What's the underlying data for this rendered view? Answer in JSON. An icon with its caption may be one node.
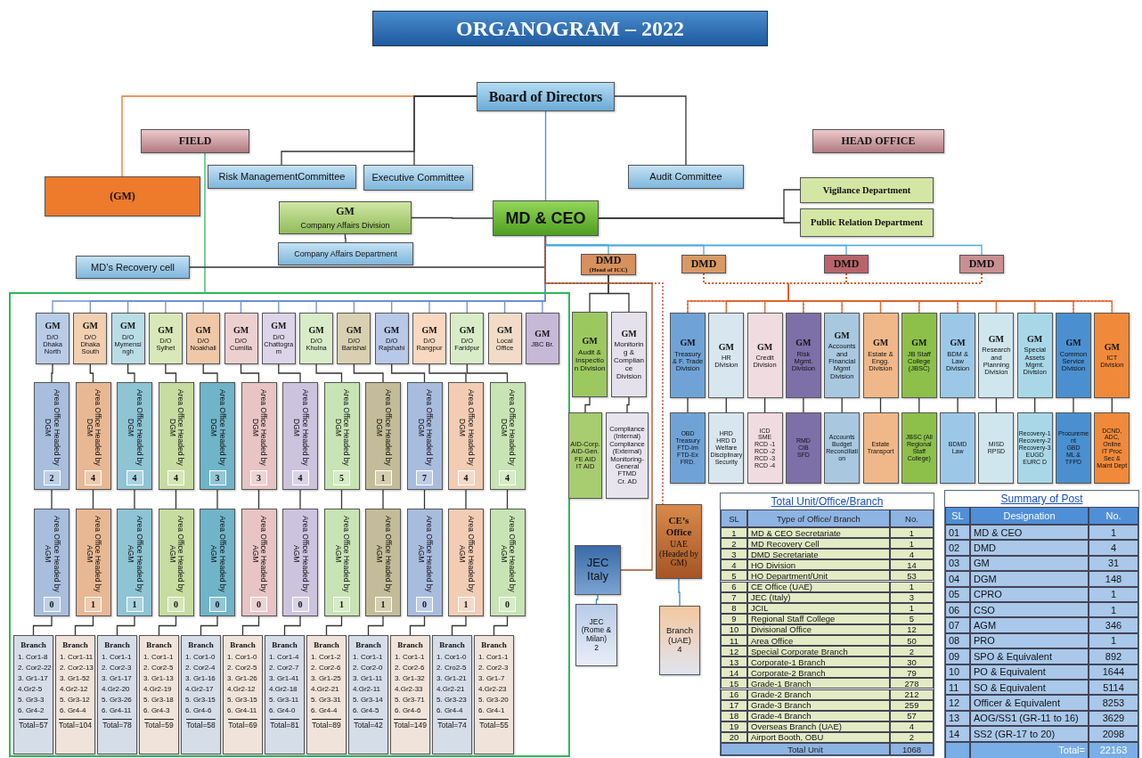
{
  "diagram": {
    "title": "ORGANOGRAM – 2022",
    "nodes": [
      {
        "text": [
          "Board of Directors"
        ]
      },
      {
        "text": [
          "FIELD"
        ]
      },
      {
        "text": [
          "HEAD OFFICE"
        ]
      },
      {
        "text": [
          "(GM)"
        ]
      },
      {
        "text": [
          "Risk ManagementCommittee"
        ]
      },
      {
        "text": [
          "Executive Committee"
        ]
      },
      {
        "text": [
          "Audit Committee"
        ]
      },
      {
        "text": [
          "Vigilance Department"
        ]
      },
      {
        "text": [
          "Public Relation Department"
        ]
      },
      {
        "text": [
          "GM",
          "Company Affairs Division"
        ]
      },
      {
        "text": [
          "MD & CEO"
        ]
      },
      {
        "text": [
          "Company Affairs Department"
        ]
      },
      {
        "text": [
          "MD’s Recovery cell"
        ]
      },
      {
        "text": [
          "DMD",
          "(Head of ICC)"
        ]
      },
      {
        "text": [
          "DMD"
        ]
      },
      {
        "text": [
          "DMD"
        ]
      },
      {
        "text": [
          "DMD"
        ]
      },
      {
        "text": [],
        "shape": "box"
      },
      {
        "text": [
          "GM",
          "D/O Dhaka North"
        ],
        "in": 17
      },
      {
        "text": [
          "GM",
          "D/O Dhaka South"
        ],
        "in": 17
      },
      {
        "text": [
          "GM",
          "D/O Mymensingh"
        ],
        "in": 17
      },
      {
        "text": [
          "GM",
          "D/O Sylhet"
        ],
        "in": 17
      },
      {
        "text": [
          "GM",
          "D/O Noakhali"
        ],
        "in": 17
      },
      {
        "text": [
          "GM",
          "D/O Cumilla"
        ],
        "in": 17
      },
      {
        "text": [
          "GM",
          "D/O Chattogram"
        ],
        "in": 17
      },
      {
        "text": [
          "GM",
          "D/O Khulna"
        ],
        "in": 17
      },
      {
        "text": [
          "GM",
          "D/O Barishal"
        ],
        "in": 17
      },
      {
        "text": [
          "GM",
          "D/O Rajshahi"
        ],
        "in": 17
      },
      {
        "text": [
          "GM",
          "D/O Rangpur"
        ],
        "in": 17
      },
      {
        "text": [
          "GM",
          "D/O Faridpur"
        ],
        "in": 17
      },
      {
        "text": [
          "GM",
          "Local Office"
        ],
        "in": 17
      },
      {
        "text": [
          "GM",
          "JBC Br."
        ],
        "in": 17
      },
      {
        "text": [
          "Area Office Headed by DGM",
          "2"
        ],
        "in": 17
      },
      {
        "text": [
          "Area Office Headed by DGM",
          "4"
        ],
        "in": 17
      },
      {
        "text": [
          "Area Office Headed by DGM",
          "4"
        ],
        "in": 17
      },
      {
        "text": [
          "Area Office Headed by DGM",
          "4"
        ],
        "in": 17
      },
      {
        "text": [
          "Area Office Headed by DGM",
          "3"
        ],
        "in": 17
      },
      {
        "text": [
          "Area Office Headed by DGM",
          "3"
        ],
        "in": 17
      },
      {
        "text": [
          "Area Office Headed by DGM",
          "4"
        ],
        "in": 17
      },
      {
        "text": [
          "Area Office Headed by DGM",
          "5"
        ],
        "in": 17
      },
      {
        "text": [
          "Area Office Headed by DGM",
          "1"
        ],
        "in": 17
      },
      {
        "text": [
          "Area Office Headed by DGM",
          "7"
        ],
        "in": 17
      },
      {
        "text": [
          "Area Office Headed by DGM",
          "4"
        ],
        "in": 17
      },
      {
        "text": [
          "Area Office Headed by DGM",
          "4"
        ],
        "in": 17
      },
      {
        "text": [
          "Area Office Headed by AGM",
          "0"
        ],
        "in": 17
      },
      {
        "text": [
          "Area Office Headed by AGM",
          "1"
        ],
        "in": 17
      },
      {
        "text": [
          "Area Office Headed by AGM",
          "1"
        ],
        "in": 17
      },
      {
        "text": [
          "Area Office Headed by AGM",
          "0"
        ],
        "in": 17
      },
      {
        "text": [
          "Area Office Headed by AGM",
          "0"
        ],
        "in": 17
      },
      {
        "text": [
          "Area Office Headed by AGM",
          "0"
        ],
        "in": 17
      },
      {
        "text": [
          "Area Office Headed by AGM",
          "0"
        ],
        "in": 17
      },
      {
        "text": [
          "Area Office Headed by AGM",
          "1"
        ],
        "in": 17
      },
      {
        "text": [
          "Area Office Headed by AGM",
          "1"
        ],
        "in": 17
      },
      {
        "text": [
          "Area Office Headed by AGM",
          "0"
        ],
        "in": 17
      },
      {
        "text": [
          "Area Office Headed by AGM",
          "1"
        ],
        "in": 17
      },
      {
        "text": [
          "Area Office Headed by AGM",
          "0"
        ],
        "in": 17
      },
      {
        "text": [
          "Branch",
          "1. Cor1-8",
          "2. Cor2-22",
          "3. Gr1-17",
          "4.Gr2-5",
          "5. Gr3-3",
          "6. Gr4-2",
          "Total=57"
        ],
        "in": 17
      },
      {
        "text": [
          "Branch",
          "1. Cor1-11",
          "2. Cor2-13",
          "3. Gr1-52",
          "4.Gr2-12",
          "5. Gr3-12",
          "6. Gr4-4",
          "Total=104"
        ],
        "in": 17
      },
      {
        "text": [
          "Branch",
          "1. Cor1-1",
          "2. Cor2-3",
          "3. Gr1-17",
          "4.Gr2-20",
          "5. Gr3-26",
          "6. Gr4-11",
          "Total=78"
        ],
        "in": 17
      },
      {
        "text": [
          "Branch",
          "1. Cor1-1",
          "2. Cor2-5",
          "3. Gr1-13",
          "4.Gr2-19",
          "5. Gr3-18",
          "6. Gr4-3",
          "Total=59"
        ],
        "in": 17
      },
      {
        "text": [
          "Branch",
          "1. Cor1-0",
          "2. Cor2-4",
          "3. Gr1-16",
          "4.Gr2-17",
          "5. Gr3-15",
          "6. Gr4-6",
          "Total=58"
        ],
        "in": 17
      },
      {
        "text": [
          "Branch",
          "1. Cor1-0",
          "2. Cor2-5",
          "3. Gr1-26",
          "4.Gr2-12",
          "5. Gr3-15",
          "6. Gr4-11",
          "Total=69"
        ],
        "in": 17
      },
      {
        "text": [
          "Branch",
          "1. Cor1-4",
          "2. Cor2-7",
          "3. Gr1-41",
          "4.Gr2-18",
          "5. Gr3-11",
          "6. Gr4-0",
          "Total=81"
        ],
        "in": 17
      },
      {
        "text": [
          "Branch",
          "1. Cor1-2",
          "2. Cor2-6",
          "3. Gr1-25",
          "4.Gr2-21",
          "5. Gr3-31",
          "6. Gr4-4",
          "Total=89"
        ],
        "in": 17
      },
      {
        "text": [
          "Branch",
          "1. Cor1-1",
          "2. Cor2-0",
          "3. Gr1-11",
          "4.Gr2-11",
          "5. Gr3-14",
          "6. Gr4-5",
          "Total=42"
        ],
        "in": 17
      },
      {
        "text": [
          "Branch",
          "1. Cor1-1",
          "2. Cor2-6",
          "3. Gr1-32",
          "4.Gr2-33",
          "5. Gr3-71",
          "6. Gr4-6",
          "Total=149"
        ],
        "in": 17
      },
      {
        "text": [
          "Branch",
          "1. Cor1-0",
          "2. Cro2-5",
          "3. Gr1-21",
          "4.Gr2-21",
          "5. Gr3-23",
          "6. Gr4-4",
          "Total=74"
        ],
        "in": 17
      },
      {
        "text": [
          "Branch",
          "1. Cor1-1",
          "2. Cor2-3",
          "3. Gr1-7",
          "4.Gr2-23",
          "5. Gr3-20",
          "6. Gr4-1",
          "Total=55"
        ],
        "in": 17
      },
      {
        "text": [
          "GM",
          "Audit & Inspection Division"
        ]
      },
      {
        "text": [
          "GM",
          "Monitoring & Compliance Division"
        ]
      },
      {
        "text": [
          "AID-Corp.",
          "AID-Gen.",
          "FE AID",
          "IT AID"
        ]
      },
      {
        "text": [
          "Compliance (Internal)",
          "Compliance (External)",
          "Monitoring-General",
          "FTMD",
          "Cr. AD"
        ]
      },
      {
        "text": [
          "GM",
          "Treasury & F. Trade Division"
        ]
      },
      {
        "text": [
          "GM",
          "HR Division"
        ]
      },
      {
        "text": [
          "GM",
          "Credit Division"
        ]
      },
      {
        "text": [
          "GM",
          "Risk Mgmt. Division"
        ]
      },
      {
        "text": [
          "GM",
          "Accounts and Financial Mgmt Division"
        ]
      },
      {
        "text": [
          "GM",
          "Estate & Engg. Division"
        ]
      },
      {
        "text": [
          "GM",
          "JB Staff College (JBSC)"
        ]
      },
      {
        "text": [
          "GM",
          "BDM & Law Division"
        ]
      },
      {
        "text": [
          "GM",
          "Research and Planning Division"
        ]
      },
      {
        "text": [
          "GM",
          "Special Assets Mgmt. Division"
        ]
      },
      {
        "text": [
          "GM",
          "Common Service Division"
        ]
      },
      {
        "text": [
          "GM",
          "ICT Division"
        ]
      },
      {
        "text": [
          "OBD",
          "Treasury",
          "FTD-Im",
          "FTD-Ex",
          "FRD."
        ]
      },
      {
        "text": [
          "HRD",
          "HRD D",
          "Welfare",
          "Disciplinary",
          "Security"
        ]
      },
      {
        "text": [
          "ICD",
          "SME",
          "RCD -1",
          "RCD -2",
          "RCD -3",
          "RCD -4"
        ]
      },
      {
        "text": [
          "RMD",
          "CIB",
          "SFD"
        ]
      },
      {
        "text": [
          "Accounts",
          "Budget",
          "Reconciliation"
        ]
      },
      {
        "text": [
          "Estate",
          "Transport"
        ]
      },
      {
        "text": [
          "JBSC (All Regional Staff College)"
        ]
      },
      {
        "text": [
          "BDMD",
          "Law"
        ]
      },
      {
        "text": [
          "MISD",
          "RPSD"
        ]
      },
      {
        "text": [
          "Recovery-1",
          "Recovery-2",
          "Recovery-3",
          "EUGD",
          "EURC D"
        ]
      },
      {
        "text": [
          "Procurement",
          "GBD",
          "ML & TFPD"
        ]
      },
      {
        "text": [
          "DCND,",
          "ADC,",
          "Online",
          "IT Proc",
          "Sec & Maint Dept"
        ]
      },
      {
        "text": [
          "CE’s Office",
          "UAE (Headed by GM)"
        ]
      },
      {
        "text": [
          "JEC Italy"
        ]
      },
      {
        "text": [
          "JEC (Rome & Milan)",
          "2"
        ]
      },
      {
        "text": [
          "Branch (UAE)",
          "4"
        ]
      }
    ],
    "edges": [
      {
        "from": 0,
        "to": 3,
        "arrow": "none",
        "color": "#e8772e"
      },
      {
        "from": 0,
        "to": 4,
        "arrow": "none"
      },
      {
        "from": 0,
        "to": 5,
        "arrow": "none"
      },
      {
        "from": 0,
        "to": 6,
        "arrow": "none"
      },
      {
        "from": 0,
        "to": 10,
        "arrow": "none",
        "color": "#2b9fc0"
      },
      {
        "from": 1,
        "to": 17,
        "arrow": "none",
        "color": "#2eb85c"
      },
      {
        "from": 10,
        "to": 7,
        "arrow": "none"
      },
      {
        "from": 10,
        "to": 8,
        "arrow": "none"
      },
      {
        "from": 10,
        "to": 9,
        "arrow": "none"
      },
      {
        "from": 9,
        "to": 11,
        "arrow": "none"
      },
      {
        "from": 10,
        "to": 12,
        "arrow": "none"
      },
      {
        "from": 10,
        "to": 13,
        "arrow": "none",
        "color": "#4aa8e0"
      },
      {
        "from": 10,
        "to": 14,
        "arrow": "none",
        "color": "#4aa8e0"
      },
      {
        "from": 10,
        "to": 15,
        "arrow": "none",
        "color": "#4aa8e0"
      },
      {
        "from": 10,
        "to": 16,
        "arrow": "none",
        "color": "#4aa8e0"
      },
      {
        "from": 10,
        "to": 18,
        "arrow": "none",
        "color": "#6e8fd8"
      },
      {
        "from": 10,
        "to": 19,
        "arrow": "none",
        "color": "#6e8fd8"
      },
      {
        "from": 10,
        "to": 20,
        "arrow": "none",
        "color": "#6e8fd8"
      },
      {
        "from": 10,
        "to": 21,
        "arrow": "none",
        "color": "#6e8fd8"
      },
      {
        "from": 10,
        "to": 22,
        "arrow": "none",
        "color": "#6e8fd8"
      },
      {
        "from": 10,
        "to": 23,
        "arrow": "none",
        "color": "#6e8fd8"
      },
      {
        "from": 10,
        "to": 24,
        "arrow": "none",
        "color": "#6e8fd8"
      },
      {
        "from": 10,
        "to": 25,
        "arrow": "none",
        "color": "#6e8fd8"
      },
      {
        "from": 10,
        "to": 26,
        "arrow": "none",
        "color": "#6e8fd8"
      },
      {
        "from": 10,
        "to": 27,
        "arrow": "none",
        "color": "#6e8fd8"
      },
      {
        "from": 10,
        "to": 28,
        "arrow": "none",
        "color": "#6e8fd8"
      },
      {
        "from": 10,
        "to": 29,
        "arrow": "none",
        "color": "#6e8fd8"
      },
      {
        "from": 10,
        "to": 30,
        "arrow": "none",
        "color": "#6e8fd8"
      },
      {
        "from": 10,
        "to": 31,
        "arrow": "none",
        "color": "#6e8fd8"
      },
      {
        "from": 18,
        "to": 32,
        "arrow": "none"
      },
      {
        "from": 19,
        "to": 33,
        "arrow": "none"
      },
      {
        "from": 20,
        "to": 34,
        "arrow": "none"
      },
      {
        "from": 21,
        "to": 35,
        "arrow": "none"
      },
      {
        "from": 22,
        "to": 36,
        "arrow": "none"
      },
      {
        "from": 23,
        "to": 37,
        "arrow": "none"
      },
      {
        "from": 24,
        "to": 38,
        "arrow": "none"
      },
      {
        "from": 25,
        "to": 39,
        "arrow": "none"
      },
      {
        "from": 26,
        "to": 40,
        "arrow": "none"
      },
      {
        "from": 27,
        "to": 41,
        "arrow": "none"
      },
      {
        "from": 28,
        "to": 42,
        "arrow": "none"
      },
      {
        "from": 29,
        "to": 43,
        "arrow": "none"
      },
      {
        "from": 32,
        "to": 44,
        "arrow": "none"
      },
      {
        "from": 33,
        "to": 45,
        "arrow": "none"
      },
      {
        "from": 34,
        "to": 46,
        "arrow": "none"
      },
      {
        "from": 35,
        "to": 47,
        "arrow": "none"
      },
      {
        "from": 36,
        "to": 48,
        "arrow": "none"
      },
      {
        "from": 37,
        "to": 49,
        "arrow": "none"
      },
      {
        "from": 38,
        "to": 50,
        "arrow": "none"
      },
      {
        "from": 39,
        "to": 51,
        "arrow": "none"
      },
      {
        "from": 40,
        "to": 52,
        "arrow": "none"
      },
      {
        "from": 41,
        "to": 53,
        "arrow": "none"
      },
      {
        "from": 42,
        "to": 54,
        "arrow": "none"
      },
      {
        "from": 43,
        "to": 55,
        "arrow": "none"
      },
      {
        "from": 44,
        "to": 56,
        "arrow": "none"
      },
      {
        "from": 45,
        "to": 57,
        "arrow": "none"
      },
      {
        "from": 46,
        "to": 58,
        "arrow": "none"
      },
      {
        "from": 47,
        "to": 59,
        "arrow": "none"
      },
      {
        "from": 48,
        "to": 60,
        "arrow": "none"
      },
      {
        "from": 49,
        "to": 61,
        "arrow": "none"
      },
      {
        "from": 50,
        "to": 62,
        "arrow": "none"
      },
      {
        "from": 51,
        "to": 63,
        "arrow": "none"
      },
      {
        "from": 52,
        "to": 64,
        "arrow": "none"
      },
      {
        "from": 53,
        "to": 65,
        "arrow": "none"
      },
      {
        "from": 54,
        "to": 66,
        "arrow": "none"
      },
      {
        "from": 55,
        "to": 67,
        "arrow": "none"
      },
      {
        "from": 13,
        "to": 68,
        "arrow": "none"
      },
      {
        "from": 13,
        "to": 69,
        "arrow": "none"
      },
      {
        "from": 68,
        "to": 70,
        "arrow": "none"
      },
      {
        "from": 69,
        "to": 71,
        "arrow": "none"
      },
      {
        "from": 14,
        "to": 72,
        "arrow": "none",
        "style": "dashed",
        "color": "#e0622a"
      },
      {
        "from": 14,
        "to": 73,
        "arrow": "none",
        "style": "dashed",
        "color": "#e0622a"
      },
      {
        "from": 14,
        "to": 74,
        "arrow": "none",
        "style": "dashed",
        "color": "#e0622a"
      },
      {
        "from": 14,
        "to": 75,
        "arrow": "none",
        "style": "dashed",
        "color": "#e0622a"
      },
      {
        "from": 14,
        "to": 76,
        "arrow": "none",
        "style": "dashed",
        "color": "#e0622a"
      },
      {
        "from": 14,
        "to": 77,
        "arrow": "none",
        "style": "dashed",
        "color": "#e0622a"
      },
      {
        "from": 14,
        "to": 78,
        "arrow": "none",
        "style": "dashed",
        "color": "#e0622a"
      },
      {
        "from": 14,
        "to": 79,
        "arrow": "none",
        "style": "dashed",
        "color": "#e0622a"
      },
      {
        "from": 14,
        "to": 80,
        "arrow": "none",
        "style": "dashed",
        "color": "#e0622a"
      },
      {
        "from": 14,
        "to": 81,
        "arrow": "none",
        "style": "dashed",
        "color": "#e0622a"
      },
      {
        "from": 14,
        "to": 82,
        "arrow": "none",
        "style": "dashed",
        "color": "#e0622a"
      },
      {
        "from": 14,
        "to": 83,
        "arrow": "none",
        "style": "dashed",
        "color": "#e0622a"
      },
      {
        "from": 15,
        "to": 72,
        "arrow": "none",
        "style": "dashed",
        "color": "#e0622a"
      },
      {
        "from": 15,
        "to": 73,
        "arrow": "none",
        "style": "dashed",
        "color": "#e0622a"
      },
      {
        "from": 15,
        "to": 74,
        "arrow": "none",
        "style": "dashed",
        "color": "#e0622a"
      },
      {
        "from": 15,
        "to": 75,
        "arrow": "none",
        "style": "dashed",
        "color": "#e0622a"
      },
      {
        "from": 15,
        "to": 76,
        "arrow": "none",
        "style": "dashed",
        "color": "#e0622a"
      },
      {
        "from": 15,
        "to": 77,
        "arrow": "none",
        "style": "dashed",
        "color": "#e0622a"
      },
      {
        "from": 15,
        "to": 78,
        "arrow": "none",
        "style": "dashed",
        "color": "#e0622a"
      },
      {
        "from": 15,
        "to": 79,
        "arrow": "none",
        "style": "dashed",
        "color": "#e0622a"
      },
      {
        "from": 15,
        "to": 80,
        "arrow": "none",
        "style": "dashed",
        "color": "#e0622a"
      },
      {
        "from": 15,
        "to": 81,
        "arrow": "none",
        "style": "dashed",
        "color": "#e0622a"
      },
      {
        "from": 15,
        "to": 82,
        "arrow": "none",
        "style": "dashed",
        "color": "#e0622a"
      },
      {
        "from": 15,
        "to": 83,
        "arrow": "none",
        "style": "dashed",
        "color": "#e0622a"
      },
      {
        "from": 16,
        "to": 72,
        "arrow": "none",
        "style": "dashed",
        "color": "#e0622a"
      },
      {
        "from": 16,
        "to": 73,
        "arrow": "none",
        "style": "dashed",
        "color": "#e0622a"
      },
      {
        "from": 16,
        "to": 74,
        "arrow": "none",
        "style": "dashed",
        "color": "#e0622a"
      },
      {
        "from": 16,
        "to": 75,
        "arrow": "none",
        "style": "dashed",
        "color": "#e0622a"
      },
      {
        "from": 16,
        "to": 76,
        "arrow": "none",
        "style": "dashed",
        "color": "#e0622a"
      },
      {
        "from": 16,
        "to": 77,
        "arrow": "none",
        "style": "dashed",
        "color": "#e0622a"
      },
      {
        "from": 16,
        "to": 78,
        "arrow": "none",
        "style": "dashed",
        "color": "#e0622a"
      },
      {
        "from": 16,
        "to": 79,
        "arrow": "none",
        "style": "dashed",
        "color": "#e0622a"
      },
      {
        "from": 16,
        "to": 80,
        "arrow": "none",
        "style": "dashed",
        "color": "#e0622a"
      },
      {
        "from": 16,
        "to": 81,
        "arrow": "none",
        "style": "dashed",
        "color": "#e0622a"
      },
      {
        "from": 16,
        "to": 82,
        "arrow": "none",
        "style": "dashed",
        "color": "#e0622a"
      },
      {
        "from": 16,
        "to": 83,
        "arrow": "none",
        "style": "dashed",
        "color": "#e0622a"
      },
      {
        "from": 72,
        "to": 84,
        "arrow": "none"
      },
      {
        "from": 73,
        "to": 85,
        "arrow": "none"
      },
      {
        "from": 74,
        "to": 86,
        "arrow": "none"
      },
      {
        "from": 75,
        "to": 87,
        "arrow": "none"
      },
      {
        "from": 76,
        "to": 88,
        "arrow": "none"
      },
      {
        "from": 77,
        "to": 89,
        "arrow": "none"
      },
      {
        "from": 78,
        "to": 90,
        "arrow": "none"
      },
      {
        "from": 79,
        "to": 91,
        "arrow": "none"
      },
      {
        "from": 80,
        "to": 92,
        "arrow": "none"
      },
      {
        "from": 81,
        "to": 93,
        "arrow": "none"
      },
      {
        "from": 82,
        "to": 94,
        "arrow": "none"
      },
      {
        "from": 83,
        "to": 95,
        "arrow": "none"
      },
      {
        "from": 10,
        "to": 96,
        "arrow": "none",
        "style": "dashed",
        "color": "#c0392b"
      },
      {
        "from": 10,
        "to": 97,
        "arrow": "none",
        "color": "#a0522d"
      },
      {
        "from": 97,
        "to": 98,
        "arrow": "none",
        "color": "#3a86c8"
      },
      {
        "from": 96,
        "to": 99,
        "arrow": "none",
        "color": "#3a86c8"
      }
    ],
    "labels": [
      "Total Unit/Office/Branch",
      "SL",
      "Type of Office/ Branch",
      "No.",
      "1",
      "MD & CEO Secretariate",
      "1",
      "2",
      "MD Recovery Cell",
      "1",
      "3",
      "DMD Secretariate",
      "4",
      "4",
      "HO Division",
      "14",
      "5",
      "HO Department/Unit",
      "53",
      "6",
      "CE Office (UAE)",
      "1",
      "7",
      "JEC (Italy)",
      "3",
      "8",
      "JCIL",
      "1",
      "9",
      "Regional Staff College",
      "5",
      "10",
      "Divisional Office",
      "12",
      "11",
      "Area Office",
      "50",
      "12",
      "Special Corporate Branch",
      "2",
      "13",
      "Corporate-1 Branch",
      "30",
      "14",
      "Corporate-2 Branch",
      "79",
      "15",
      "Grade-1 Branch",
      "278",
      "16",
      "Grade-2 Branch",
      "212",
      "17",
      "Grade-3 Branch",
      "259",
      "18",
      "Grade-4 Branch",
      "57",
      "19",
      "Overseas Branch (UAE)",
      "4",
      "20",
      "Airport Booth, OBU",
      "2",
      "Total Unit",
      "1068",
      "Summary of Post",
      "SL",
      "Designation",
      "No.",
      "01",
      "MD & CEO",
      "1",
      "02",
      "DMD",
      "4",
      "03",
      "GM",
      "31",
      "04",
      "DGM",
      "148",
      "05",
      "CPRO",
      "1",
      "06",
      "CSO",
      "1",
      "07",
      "AGM",
      "346",
      "08",
      "PRO",
      "1",
      "09",
      "SPO & Equivalent",
      "892",
      "10",
      "PO & Equivalent",
      "1644",
      "11",
      "SO & Equivalent",
      "5114",
      "12",
      "Officer & Equivalent",
      "8253",
      "13",
      "AOG/SS1 (GR-11 to 16)",
      "3629",
      "14",
      "SS2 (GR-17 to 20)",
      "2098",
      "Total=",
      "22163"
    ]
  }
}
